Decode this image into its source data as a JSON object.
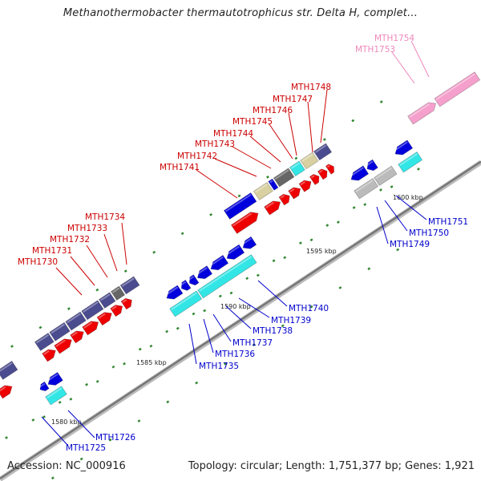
{
  "title": "Methanothermobacter thermautotrophicus str. Delta H, complet...",
  "footer": {
    "accession": "Accession: NC_000916",
    "summary": "Topology: circular; Length: 1,751,377 bp; Genes: 1,921"
  },
  "scale_labels": [
    {
      "id": "kbp-1580",
      "text": "1580 kbp",
      "pos": 1580
    },
    {
      "id": "kbp-1585",
      "text": "1585 kbp",
      "pos": 1585
    },
    {
      "id": "kbp-1590",
      "text": "1590 kbp",
      "pos": 1590
    },
    {
      "id": "kbp-1595",
      "text": "1595 kbp",
      "pos": 1595
    },
    {
      "id": "kbp-1600",
      "text": "1600 kbp",
      "pos": 1600
    }
  ],
  "gene_labels": [
    {
      "text": "MTH1725",
      "color": "#0000cc"
    },
    {
      "text": "MTH1726",
      "color": "#0000cc"
    },
    {
      "text": "MTH1730",
      "color": "#cc0000"
    },
    {
      "text": "MTH1731",
      "color": "#cc0000"
    },
    {
      "text": "MTH1732",
      "color": "#cc0000"
    },
    {
      "text": "MTH1733",
      "color": "#cc0000"
    },
    {
      "text": "MTH1734",
      "color": "#cc0000"
    },
    {
      "text": "MTH1735",
      "color": "#0000cc"
    },
    {
      "text": "MTH1736",
      "color": "#0000cc"
    },
    {
      "text": "MTH1737",
      "color": "#0000cc"
    },
    {
      "text": "MTH1738",
      "color": "#0000cc"
    },
    {
      "text": "MTH1739",
      "color": "#0000cc"
    },
    {
      "text": "MTH1740",
      "color": "#0000cc"
    },
    {
      "text": "MTH1741",
      "color": "#cc0000"
    },
    {
      "text": "MTH1742",
      "color": "#cc0000"
    },
    {
      "text": "MTH1743",
      "color": "#cc0000"
    },
    {
      "text": "MTH1744",
      "color": "#cc0000"
    },
    {
      "text": "MTH1745",
      "color": "#cc0000"
    },
    {
      "text": "MTH1746",
      "color": "#cc0000"
    },
    {
      "text": "MTH1747",
      "color": "#cc0000"
    },
    {
      "text": "MTH1748",
      "color": "#cc0000"
    },
    {
      "text": "MTH1749",
      "color": "#0000cc"
    },
    {
      "text": "MTH1750",
      "color": "#0000cc"
    },
    {
      "text": "MTH1751",
      "color": "#0000cc"
    },
    {
      "text": "MTH1753",
      "color": "#ee88bb"
    },
    {
      "text": "MTH1754",
      "color": "#ee88bb"
    }
  ],
  "colors": {
    "forward_cds": "#ee0000",
    "reverse_cds": "#0000dd",
    "operon_dark": "#4b4b8f",
    "rna_cyan": "#33e6e6",
    "pink": "#f5a0cc",
    "gray_gene": "#bbbbbb",
    "tan_gene": "#d8d0a0",
    "dark_gray_gene": "#666666",
    "backbone": "#888888",
    "tick": "#338833"
  }
}
